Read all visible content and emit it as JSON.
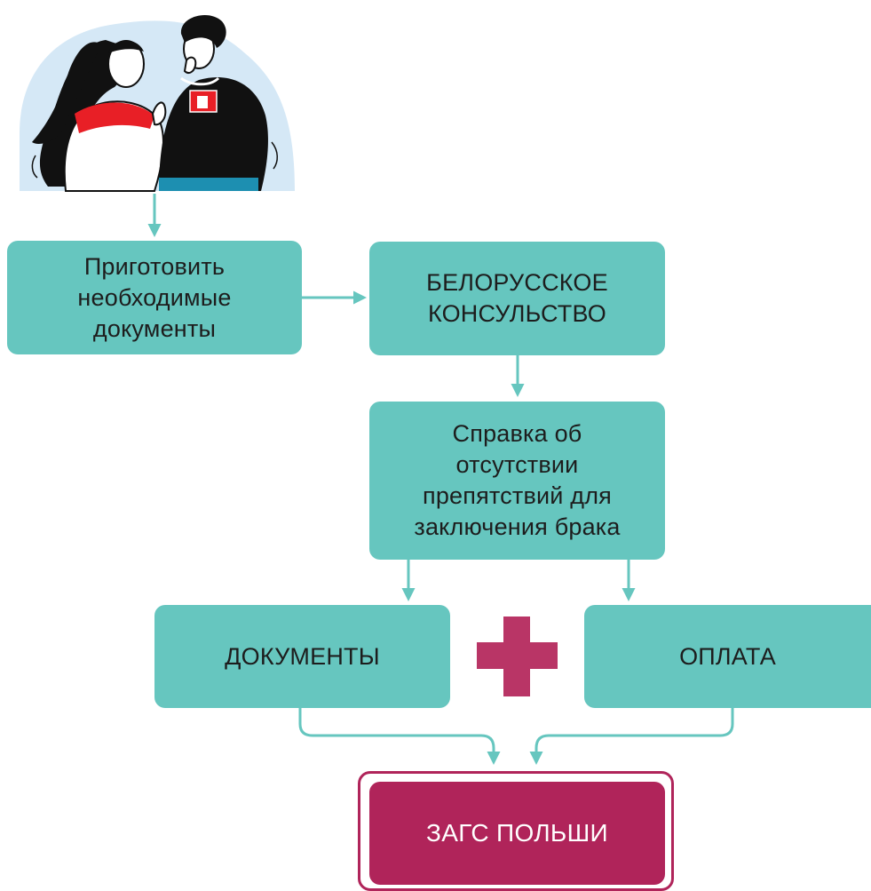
{
  "colors": {
    "box_fill": "#66c6bf",
    "arrow": "#66c6bf",
    "accent": "#b0245a",
    "plus": "#b93566",
    "text": "#1d1d1d"
  },
  "illustration": {
    "icon": "couple-illustration-icon",
    "badge_icon": "coat-of-arms-icon"
  },
  "nodes": {
    "prepare_docs": "Приготовить\nнеобходимые\nдокументы",
    "consulate": "БЕЛОРУССКОЕ\nКОНСУЛЬСТВО",
    "certificate": "Справка об\nотсутствии\nпрепятствий для\nзаключения брака",
    "documents": "ДОКУМЕНТЫ",
    "payment": "ОПЛАТА",
    "zags": "ЗАГС ПОЛЬШИ"
  },
  "plus_icon": "plus-icon"
}
